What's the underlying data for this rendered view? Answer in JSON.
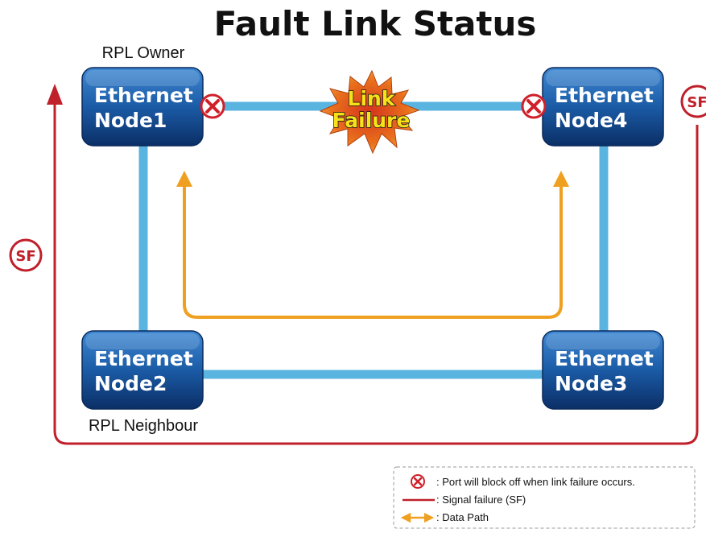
{
  "title": "Fault Link Status",
  "roles": {
    "owner": "RPL Owner",
    "neighbour": "RPL Neighbour"
  },
  "nodes": [
    {
      "line1": "Ethernet",
      "line2": "Node1"
    },
    {
      "line1": "Ethernet",
      "line2": "Node2"
    },
    {
      "line1": "Ethernet",
      "line2": "Node3"
    },
    {
      "line1": "Ethernet",
      "line2": "Node4"
    }
  ],
  "failure": {
    "line1": "Link",
    "line2": "Failure"
  },
  "signal_failure_badge": "SF",
  "legend": {
    "block": ": Port will block off when link failure occurs.",
    "sf": ": Signal failure (SF)",
    "data": ": Data Path"
  },
  "colors": {
    "link": "#5ab4e0",
    "node_top": "#2c73c0",
    "node_bottom": "#0b2f66",
    "signal_failure": "#c0202a",
    "data_path": "#f0a020",
    "burst": "#e9701c"
  }
}
